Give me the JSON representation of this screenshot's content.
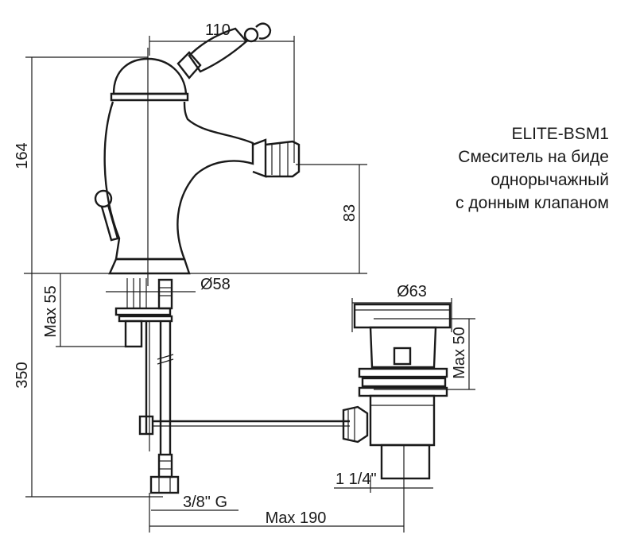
{
  "product": {
    "model": "ELITE-BSM1",
    "description_lines": [
      "Смеситель на биде",
      "однорычажный",
      "с донным клапаном"
    ]
  },
  "dimensions": {
    "top_width": "110",
    "total_height": "164",
    "spout_height": "83",
    "base_diameter": "Ø58",
    "max_below": "Max 55",
    "hose_length": "350",
    "valve_diameter": "Ø63",
    "valve_max": "Max 50",
    "valve_thread": "1 1/4\"",
    "hose_thread": "3/8\" G",
    "max_reach": "Max 190"
  }
}
